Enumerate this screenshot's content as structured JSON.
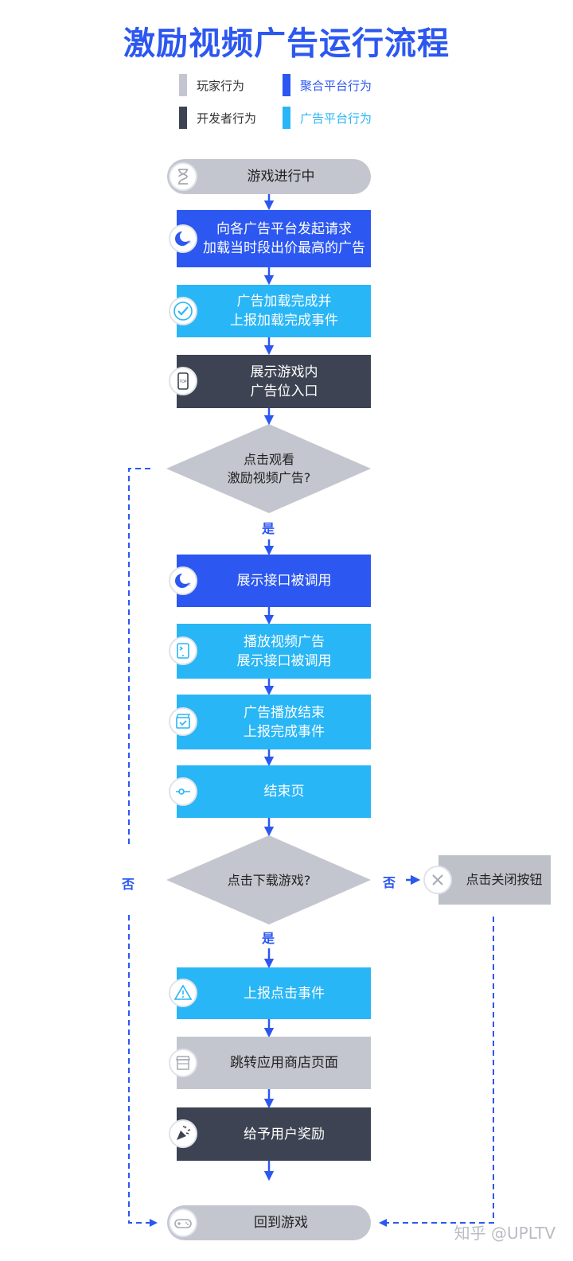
{
  "title": "激励视频广告运行流程",
  "legend": [
    {
      "label": "玩家行为",
      "color": "#c4c6cf"
    },
    {
      "label": "聚合平台行为",
      "color": "#2c57f0"
    },
    {
      "label": "开发者行为",
      "color": "#3d4352"
    },
    {
      "label": "广告平台行为",
      "color": "#29b6f6"
    }
  ],
  "steps": {
    "game_running": "游戏进行中",
    "request_ads": "向各广告平台发起请求\n加载当时段出价最高的广告",
    "ad_loaded": "广告加载完成并\n上报加载完成事件",
    "show_entry": "展示游戏内\n广告位入口",
    "decision_watch": "点击观看\n激励视频广告?",
    "show_api_called": "展示接口被调用",
    "play_video": "播放视频广告\n展示接口被调用",
    "ad_finished": "广告播放结束\n上报完成事件",
    "end_page": "结束页",
    "decision_download": "点击下载游戏?",
    "close_button": "点击关闭按钮",
    "report_click": "上报点击事件",
    "go_store": "跳转应用商店页面",
    "give_reward": "给予用户奖励",
    "back_to_game": "回到游戏"
  },
  "labels": {
    "yes": "是",
    "no": "否"
  },
  "colors": {
    "player": "#c4c6cf",
    "aggregator": "#2c57f0",
    "developer": "#3d4352",
    "ad_platform": "#29b6f6",
    "arrow": "#2c57f0",
    "diamond": "#c4c6cf",
    "close_box": "#bfc1c9"
  },
  "icons": [
    "hourglass-icon",
    "uplt-logo-icon",
    "check-icon",
    "phone-top-icon",
    "uplt-logo-icon",
    "tablet-icon",
    "clapper-check-icon",
    "slider-icon",
    "close-x-icon",
    "warning-icon",
    "store-icon",
    "party-icon",
    "gamepad-icon"
  ],
  "watermark": "知乎 @UPLTV"
}
